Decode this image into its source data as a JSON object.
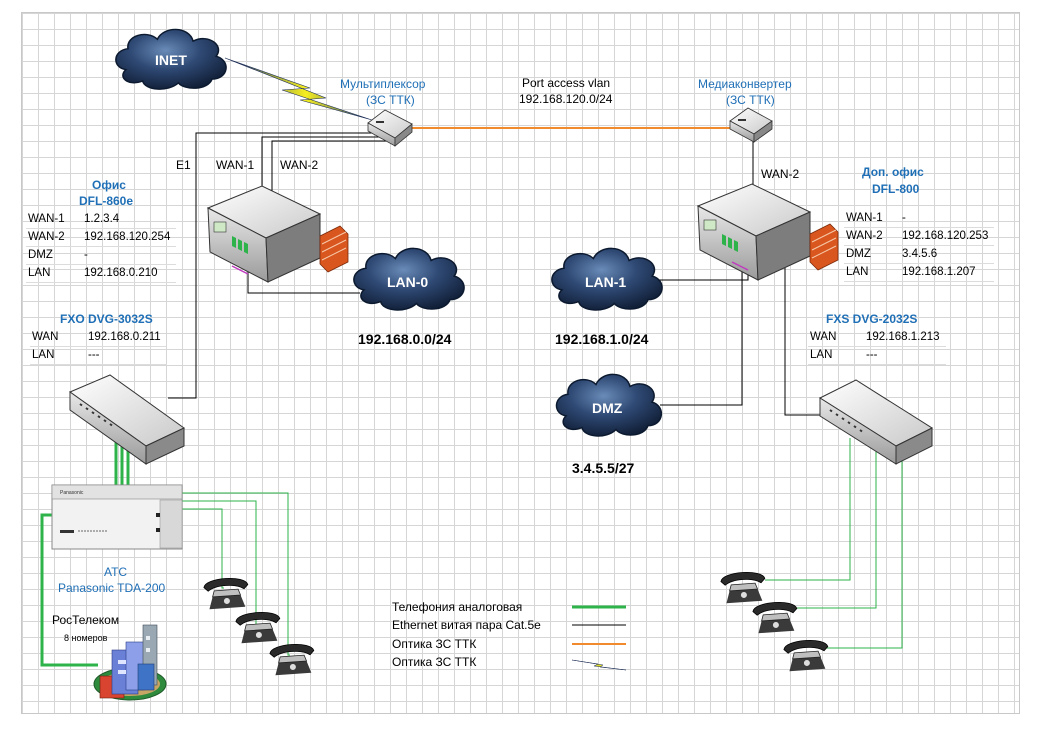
{
  "inet": {
    "label": "INET"
  },
  "mux": {
    "line1": "Мультиплексор",
    "line2": "(ЗС ТТК)"
  },
  "mediaconv": {
    "line1": "Медиаконвертер",
    "line2": "(ЗС ТТК)"
  },
  "vlan": {
    "line1": "Port access vlan",
    "line2": "192.168.120.0/24"
  },
  "link_labels": {
    "e1": "E1",
    "wan1": "WAN-1",
    "wan2": "WAN-2",
    "wan2_right": "WAN-2"
  },
  "office": {
    "title1": "Офис",
    "title2": "DFL-860e",
    "rows": [
      {
        "k": "WAN-1",
        "v": "1.2.3.4"
      },
      {
        "k": "WAN-2",
        "v": "192.168.120.254"
      },
      {
        "k": "DMZ",
        "v": "-"
      },
      {
        "k": "LAN",
        "v": "192.168.0.210"
      }
    ]
  },
  "branch": {
    "title1": "Доп. офис",
    "title2": "DFL-800",
    "rows": [
      {
        "k": "WAN-1",
        "v": "-"
      },
      {
        "k": "WAN-2",
        "v": "192.168.120.253"
      },
      {
        "k": "DMZ",
        "v": "3.4.5.6"
      },
      {
        "k": "LAN",
        "v": "192.168.1.207"
      }
    ]
  },
  "fxo": {
    "title": "FXO DVG-3032S",
    "rows": [
      {
        "k": "WAN",
        "v": "192.168.0.211"
      },
      {
        "k": "LAN",
        "v": "---"
      }
    ]
  },
  "fxs": {
    "title": "FXS DVG-2032S",
    "rows": [
      {
        "k": "WAN",
        "v": "192.168.1.213"
      },
      {
        "k": "LAN",
        "v": "---"
      }
    ]
  },
  "clouds": {
    "lan0": {
      "label": "LAN-0",
      "subnet": "192.168.0.0/24"
    },
    "lan1": {
      "label": "LAN-1",
      "subnet": "192.168.1.0/24"
    },
    "dmz": {
      "label": "DMZ",
      "subnet": "3.4.5.5/27"
    }
  },
  "pbx": {
    "line1": "АТС",
    "line2": "Panasonic TDA-200",
    "brand": "Panasonic"
  },
  "rostelecom": {
    "label": "РосТелеком",
    "sub": "8 номеров"
  },
  "legend": [
    {
      "text": "Телефония аналоговая",
      "kind": "green",
      "color": "#2db34a"
    },
    {
      "text": "Ethernet витая пара Cat.5e",
      "kind": "black",
      "color": "#000000"
    },
    {
      "text": "Оптика  ЗС ТТК",
      "kind": "orange",
      "color": "#f08a2c"
    },
    {
      "text": "Оптика  ЗС ТТК",
      "kind": "lightning",
      "color": "#f0e020"
    }
  ]
}
